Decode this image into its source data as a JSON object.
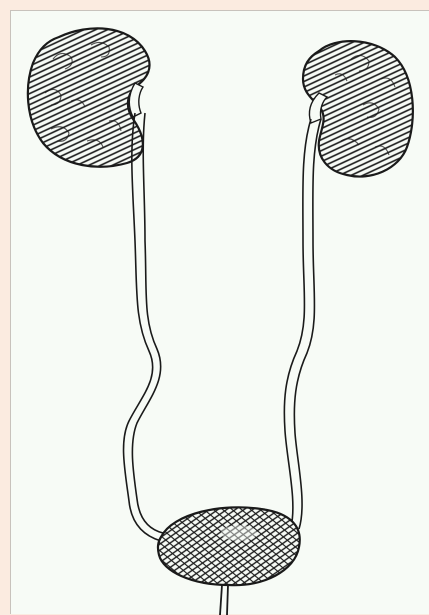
{
  "colors": {
    "page_background": "#fbebe0",
    "panel_background": "#f7fbf6",
    "panel_border": "#c8c2bc",
    "ink": "#1a1a1a"
  },
  "figure": {
    "structures": [
      "left-kidney",
      "right-kidney",
      "left-ureter",
      "right-ureter",
      "bladder",
      "urethra"
    ]
  }
}
